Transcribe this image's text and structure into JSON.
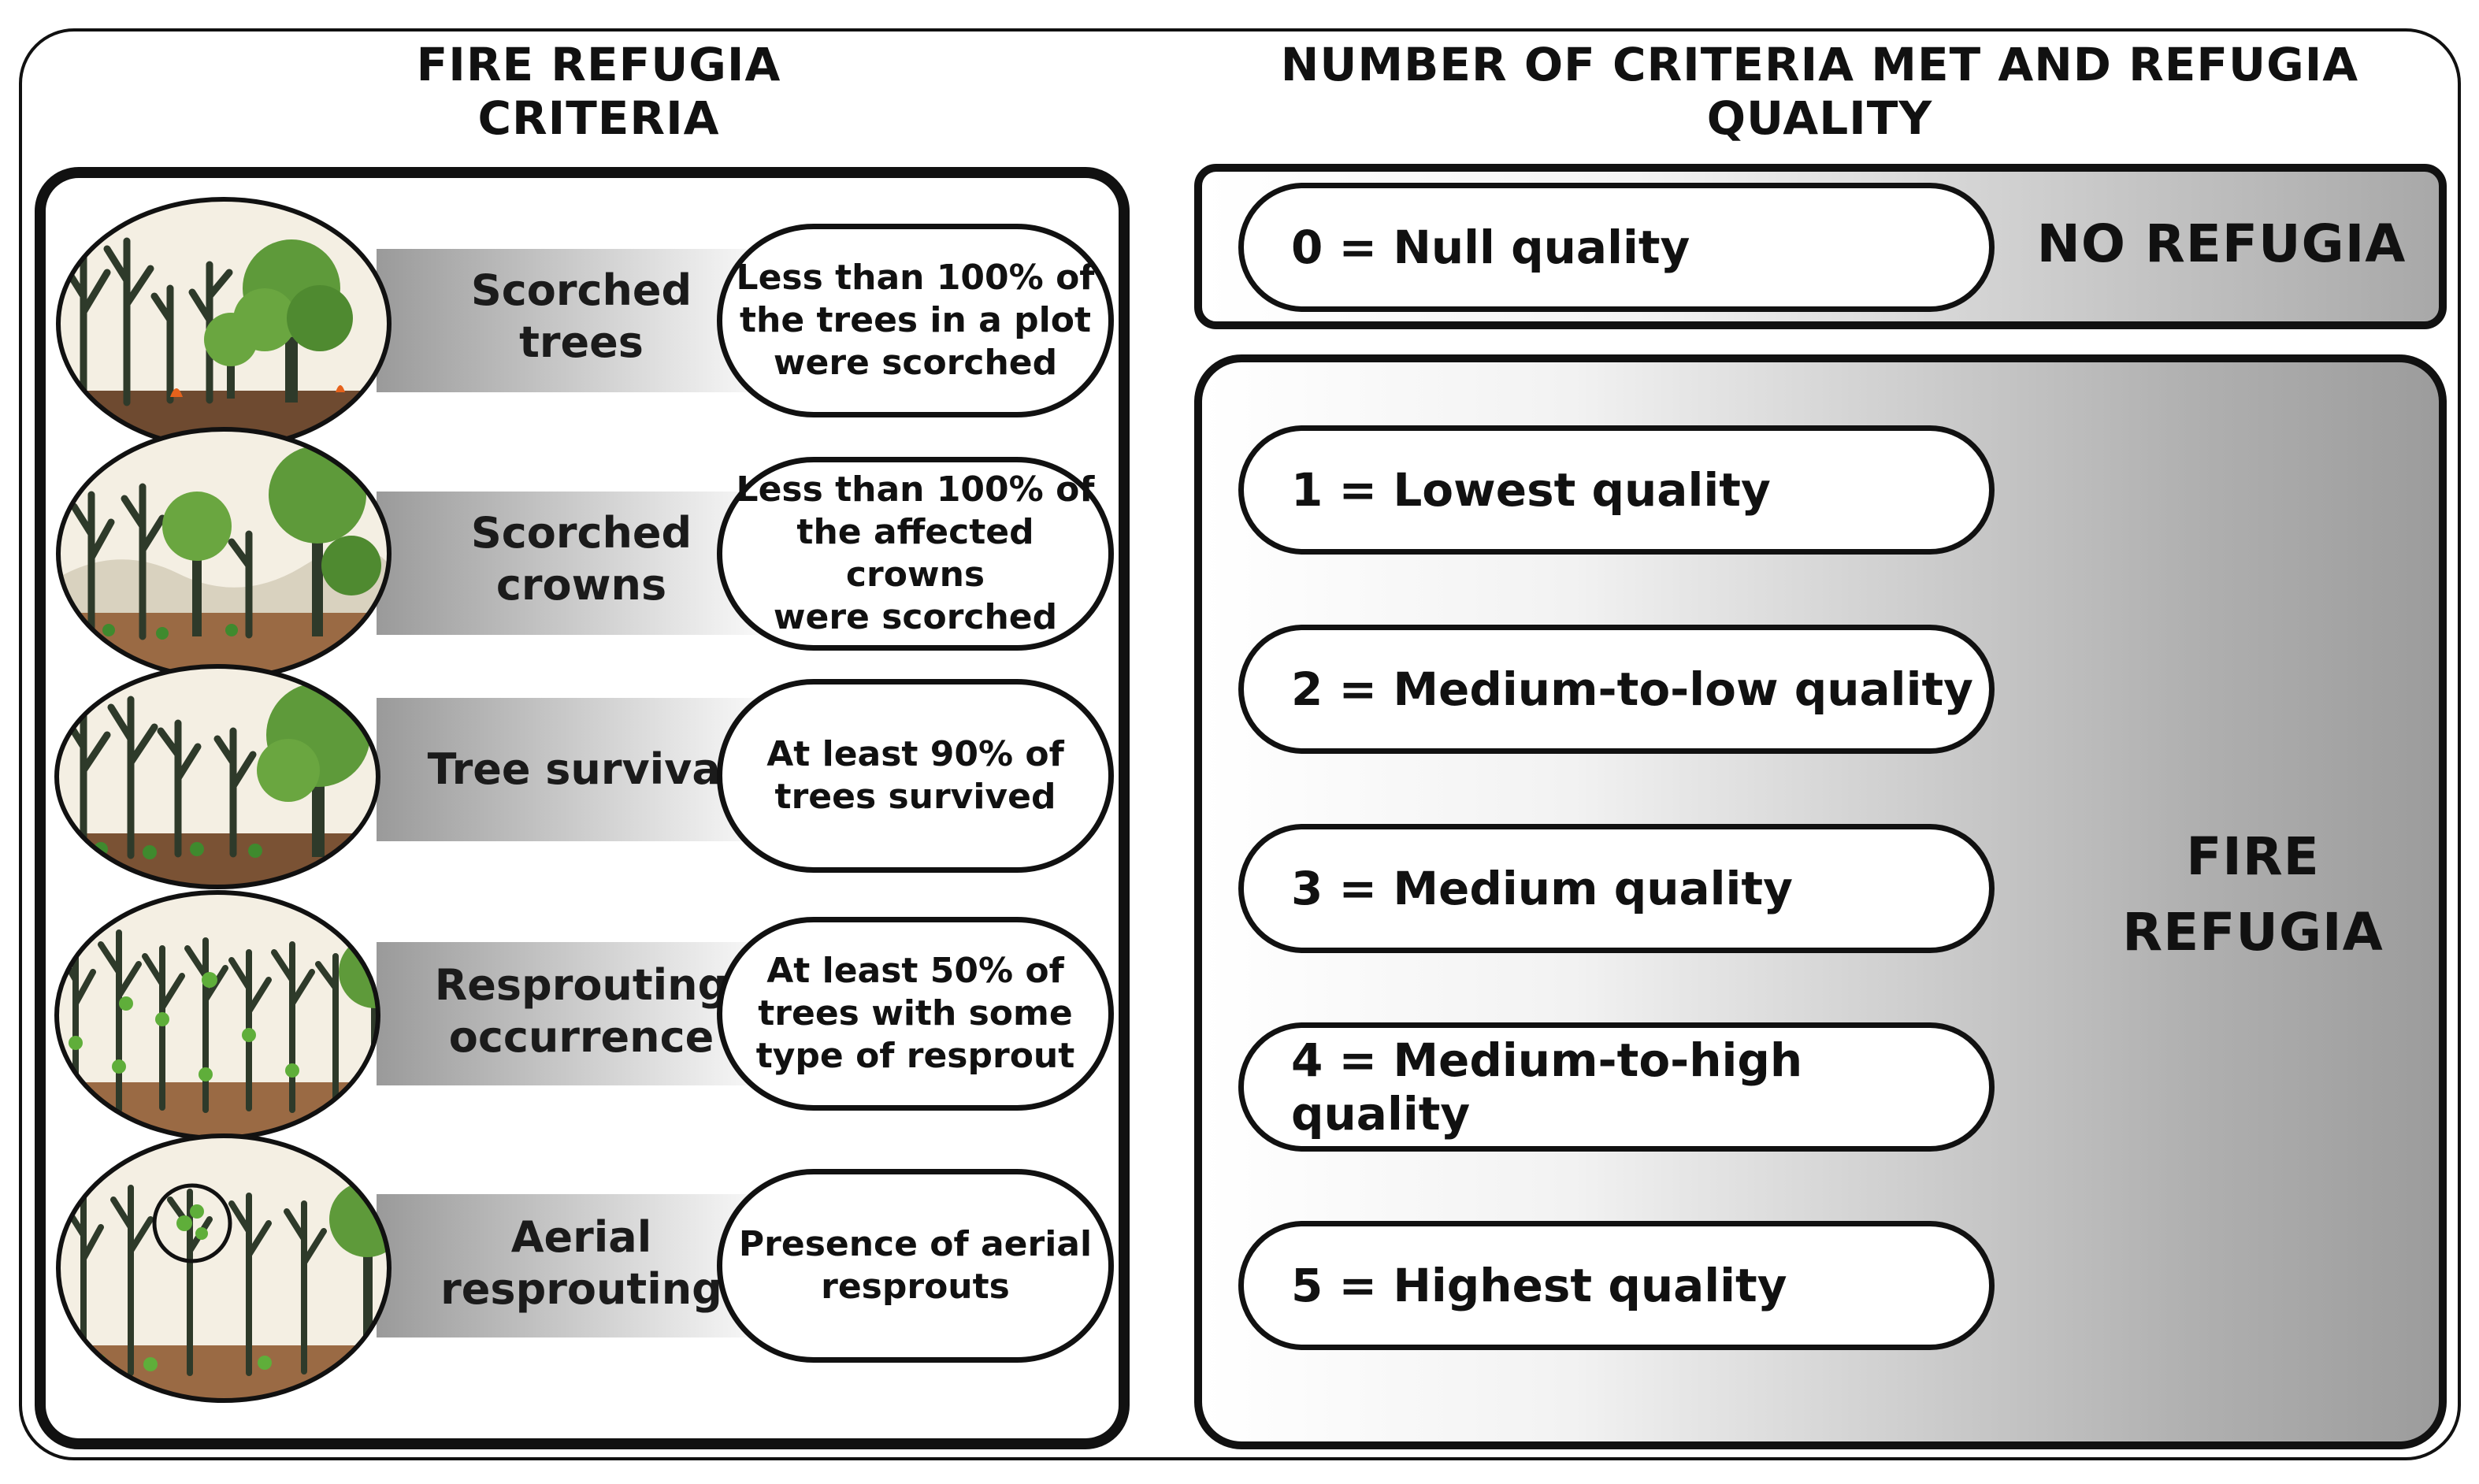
{
  "left_heading": {
    "line1": "FIRE REFUGIA",
    "line2": "CRITERIA"
  },
  "right_heading": {
    "line1": "NUMBER OF CRITERIA MET AND REFUGIA",
    "line2": "QUALITY"
  },
  "criteria": [
    {
      "label_line1": "Scorched",
      "label_line2": "trees",
      "desc_lines": [
        "Less than 100% of",
        "the trees in a plot",
        "were scorched"
      ]
    },
    {
      "label_line1": "Scorched",
      "label_line2": "crowns",
      "desc_lines": [
        "Less than 100% of",
        "the affected crowns",
        "were scorched"
      ]
    },
    {
      "label_line1": "Tree survival",
      "label_line2": "",
      "desc_lines": [
        "At least 90% of",
        "trees survived"
      ]
    },
    {
      "label_line1": "Resprouting",
      "label_line2": "occurrence",
      "desc_lines": [
        "At least 50% of",
        "trees with some",
        "type of resprout"
      ]
    },
    {
      "label_line1": "Aerial",
      "label_line2": "resprouting",
      "desc_lines": [
        "Presence of aerial",
        "resprouts"
      ]
    }
  ],
  "quality_levels": [
    "0 = Null quality",
    "1 = Lowest quality",
    "2 = Medium-to-low quality",
    "3 = Medium quality",
    "4 = Medium-to-high quality",
    "5 = Highest quality"
  ],
  "no_refugia_label": "NO REFUGIA",
  "fire_refugia_label": {
    "line1": "FIRE",
    "line2": "REFUGIA"
  },
  "colors": {
    "outline": "#111111",
    "trunk": "#2e3a2a",
    "canopy": "#5e9a3a",
    "soil": "#8a5a3a",
    "sky": "#f4efe3",
    "fire": "#e5621c"
  }
}
